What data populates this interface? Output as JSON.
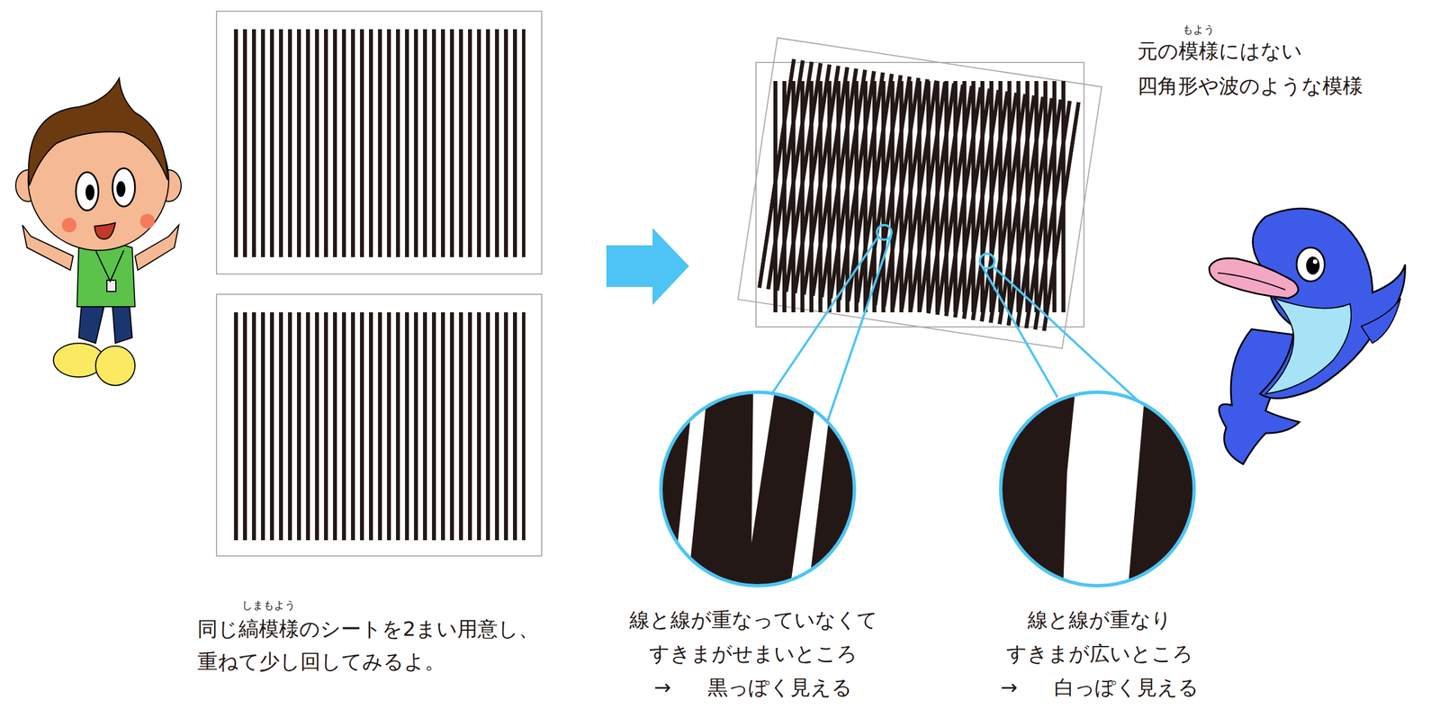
{
  "diagram": {
    "labels": [
      "しまもよう",
      "同じ縞模様のシートを2まい用意し、 重ねて少し回してみるよ。",
      "もよう",
      "元の模様にはない 四角形や波のような模様",
      "線と線が重なっていなくて すきまがせまいところ → 黒っぽく見える",
      "線と線が重なり すきまが広いところ → 白っぽく見える"
    ]
  }
}
